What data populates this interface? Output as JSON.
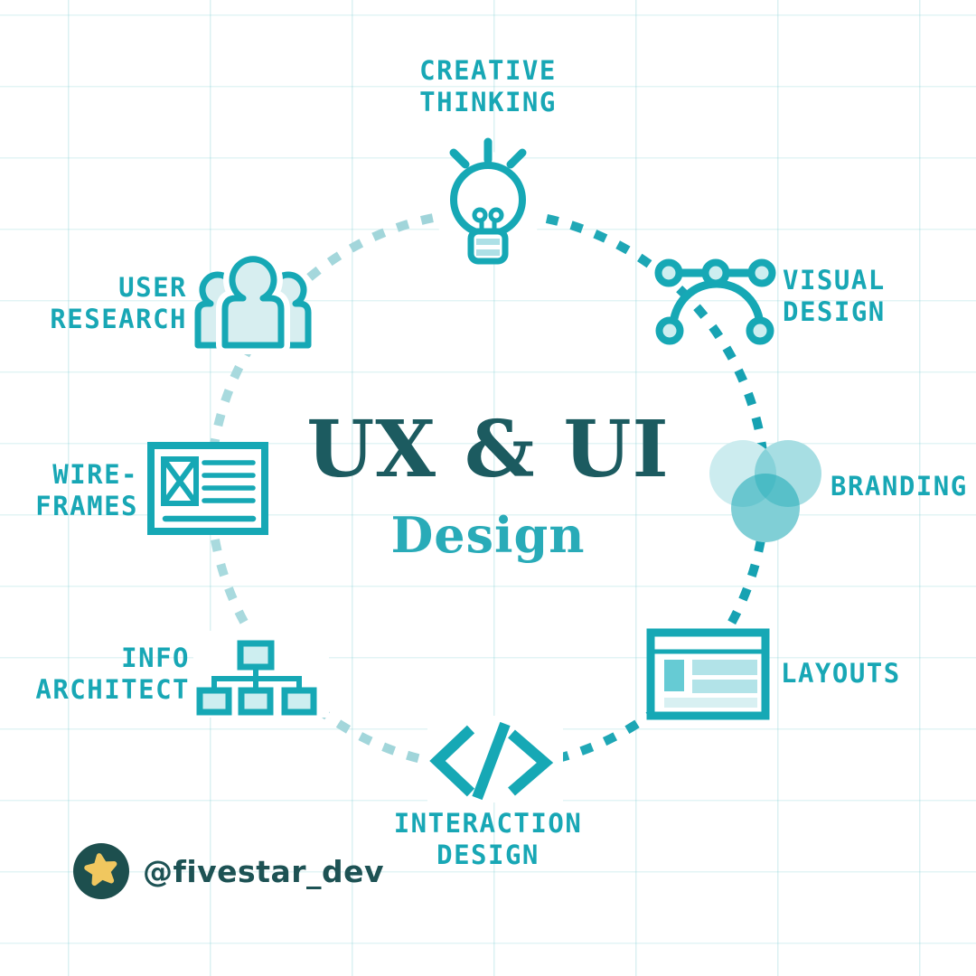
{
  "title": {
    "main": "UX & UI",
    "subtitle": "Design"
  },
  "nodes": [
    {
      "id": "creative-thinking",
      "icon": "lightbulb-icon",
      "position": "top",
      "lines": [
        "CREATIVE",
        "THINKING"
      ]
    },
    {
      "id": "visual-design",
      "icon": "bezier-curve-icon",
      "position": "top-right",
      "lines": [
        "VISUAL",
        "DESIGN"
      ]
    },
    {
      "id": "branding",
      "icon": "venn-circles-icon",
      "position": "right",
      "lines": [
        "BRANDING"
      ]
    },
    {
      "id": "layouts",
      "icon": "browser-window-icon",
      "position": "bottom-right",
      "lines": [
        "LAYOUTS"
      ]
    },
    {
      "id": "interaction-design",
      "icon": "code-brackets-icon",
      "position": "bottom",
      "lines": [
        "INTERACTION",
        "DESIGN"
      ]
    },
    {
      "id": "info-architect",
      "icon": "sitemap-icon",
      "position": "bottom-left",
      "lines": [
        "INFO",
        "ARCHITECT"
      ]
    },
    {
      "id": "wireframes",
      "icon": "wireframe-document-icon",
      "position": "left",
      "lines": [
        "WIRE-",
        "FRAMES"
      ]
    },
    {
      "id": "user-research",
      "icon": "user-group-icon",
      "position": "top-left",
      "lines": [
        "USER",
        "RESEARCH"
      ]
    }
  ],
  "footer": {
    "handle": "@fivestar_dev",
    "badge_icon": "star-icon"
  },
  "colors": {
    "accent": "#16a8b5",
    "accent_dark": "#1c5b60",
    "icon_fill_light": "#d7eef0",
    "dash_light": "#a9dade",
    "dash_dark": "#15a1b2",
    "badge_background": "#1d4f4e",
    "badge_star": "#f0c75f",
    "background": "#ffffff"
  }
}
